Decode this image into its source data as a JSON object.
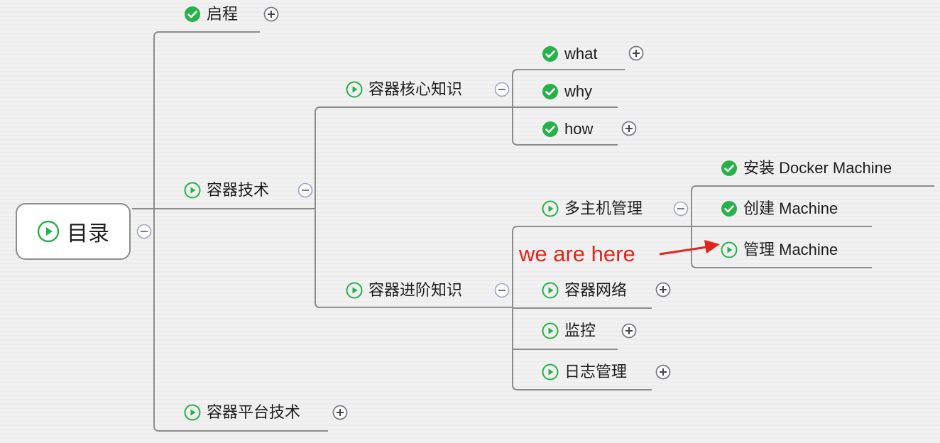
{
  "root": {
    "label": "目录",
    "icon": "play-icon",
    "collapse_icon": "minus-circle-icon"
  },
  "level1": {
    "qicheng": {
      "label": "启程",
      "icon": "check-icon",
      "expand_icon": "plus-circle-icon"
    },
    "rongqi_jishu": {
      "label": "容器技术",
      "icon": "play-icon",
      "collapse_icon": "minus-circle-icon"
    },
    "pingtai": {
      "label": "容器平台技术",
      "icon": "play-icon",
      "expand_icon": "plus-circle-icon"
    }
  },
  "level2": {
    "hexin": {
      "label": "容器核心知识",
      "icon": "play-icon",
      "collapse_icon": "minus-circle-icon"
    },
    "jinjie": {
      "label": "容器进阶知识",
      "icon": "play-icon",
      "collapse_icon": "minus-circle-icon"
    }
  },
  "core_topics": [
    {
      "label": "what",
      "icon": "check-icon",
      "expand_icon": "plus-circle-icon"
    },
    {
      "label": "why",
      "icon": "check-icon"
    },
    {
      "label": "how",
      "icon": "check-icon",
      "expand_icon": "plus-circle-icon"
    }
  ],
  "advanced_topics": [
    {
      "label": "多主机管理",
      "icon": "play-icon",
      "collapse_icon": "minus-circle-icon"
    },
    {
      "label": "容器网络",
      "icon": "play-icon",
      "expand_icon": "plus-circle-icon"
    },
    {
      "label": "监控",
      "icon": "play-icon",
      "expand_icon": "plus-circle-icon"
    },
    {
      "label": "日志管理",
      "icon": "play-icon",
      "expand_icon": "plus-circle-icon"
    }
  ],
  "multi_host_topics": [
    {
      "label": "安装 Docker Machine",
      "icon": "check-icon"
    },
    {
      "label": "创建 Machine",
      "icon": "check-icon"
    },
    {
      "label": "管理 Machine",
      "icon": "play-icon"
    }
  ],
  "annotation": {
    "text": "we are here",
    "color": "#e2251c",
    "icon": "arrow-icon"
  },
  "colors": {
    "check": "#27b14a",
    "play": "#27b14a",
    "line": "#8c8c8c",
    "toggle": "#7a7a86",
    "annotation": "#e2251c"
  }
}
